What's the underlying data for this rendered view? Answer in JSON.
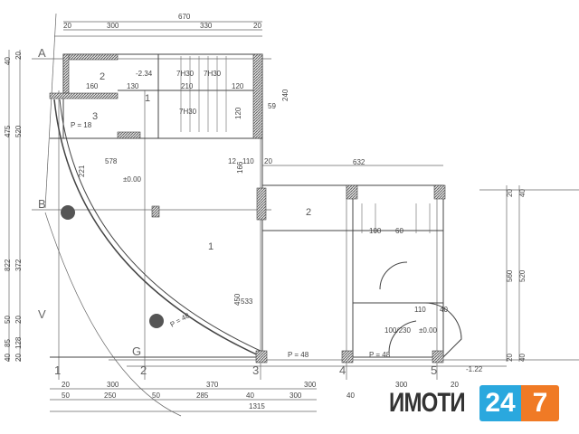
{
  "plan": {
    "top_dims": {
      "total": "670",
      "d1": "20",
      "d2": "300",
      "d3": "330",
      "d4": "20"
    },
    "left_dims": {
      "a": "40",
      "b": "20",
      "c": "475",
      "d": "520",
      "e": "822",
      "f": "372",
      "g": "50",
      "h": "20",
      "i": "40",
      "j": "85",
      "k": "20",
      "l": "128"
    },
    "grid_letters": [
      "A",
      "B",
      "V",
      "G"
    ],
    "grid_numbers": [
      "1",
      "2",
      "3",
      "4",
      "5"
    ],
    "bottom_dims_row1": [
      "20",
      "300",
      "370",
      "300",
      "300",
      "20"
    ],
    "bottom_dims_row2": [
      "50",
      "250",
      "50",
      "285",
      "40",
      "300",
      "40"
    ],
    "bottom_total": "1315",
    "rooms": {
      "room1": "1",
      "room2": "2",
      "room3": "3",
      "stair_room": "1",
      "room2_top": "2"
    },
    "levels": {
      "main": "±0.00",
      "entry": "±0.00",
      "basement": "-2.34",
      "exterior": "-1.22"
    },
    "annotations": {
      "p18": "P = 18",
      "p48a": "P = 48",
      "p48b": "P = 48",
      "p48c": "P = 48",
      "d578": "578",
      "d12": "12",
      "d110": "110",
      "d20": "20",
      "d166": "166",
      "d221": "221",
      "d450": "450",
      "d533": "533",
      "d632": "632",
      "d160": "160",
      "d130": "130",
      "d210": "210",
      "d120a": "120",
      "d120b": "120",
      "d240": "240",
      "d59": "59",
      "d100": "100",
      "d60": "60",
      "steps1": "7H30",
      "steps2": "7H30",
      "steps3": "7H30",
      "r560": "560",
      "r520": "520",
      "r20a": "20",
      "r40a": "40",
      "r20b": "20",
      "r40b": "40",
      "d100_230": "100/230",
      "d110b": "110",
      "d40": "40"
    }
  },
  "logo": {
    "word": "ИМОТИ",
    "num1": "24",
    "num2": "7"
  },
  "colors": {
    "line": "#555555",
    "hatch": "#777777",
    "logo_blue": "#2aa8de",
    "logo_orange": "#f07a25"
  }
}
